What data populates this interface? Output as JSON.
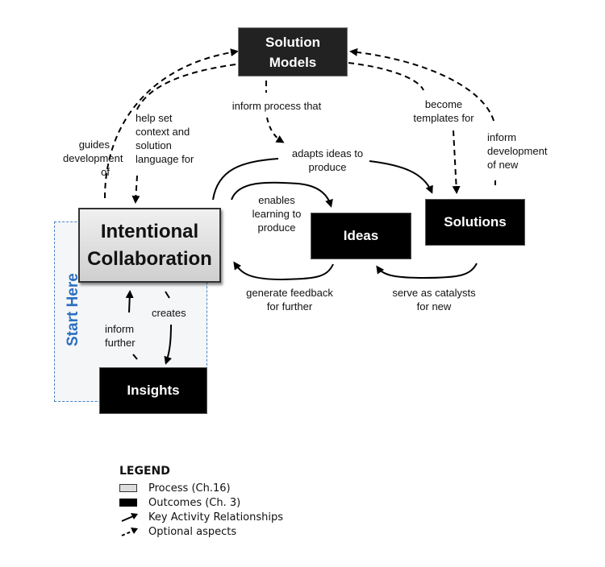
{
  "diagram": {
    "nodes": {
      "solution_models": "Solution\nModels",
      "intentional_collaboration": "Intentional\nCollaboration",
      "ideas": "Ideas",
      "solutions": "Solutions",
      "insights": "Insights"
    },
    "start_here": "Start Here",
    "edge_labels": {
      "guides_development_of": "guides\ndevelopment\nof",
      "help_set_context": "help set\ncontext and\nsolution\nlanguage for",
      "inform_process_that": "inform process that",
      "adapts_ideas_to_produce": "adapts ideas to\nproduce",
      "become_templates_for": "become\ntemplates for",
      "inform_development_of_new": "inform\ndevelopment\nof new",
      "enables_learning_to_produce": "enables\nlearning to\nproduce",
      "generate_feedback_for_further": "generate feedback\nfor further",
      "serve_as_catalysts_for_new": "serve as catalysts\nfor new",
      "inform_further": "inform\nfurther",
      "creates": "creates"
    }
  },
  "legend": {
    "title": "LEGEND",
    "items": [
      {
        "symbol": "process-box",
        "label": "Process (Ch.16)"
      },
      {
        "symbol": "outcome-box",
        "label": "Outcomes (Ch. 3)"
      },
      {
        "symbol": "solid-arrow",
        "label": "Key Activity Relationships"
      },
      {
        "symbol": "dashed-arrow",
        "label": "Optional aspects"
      }
    ]
  }
}
